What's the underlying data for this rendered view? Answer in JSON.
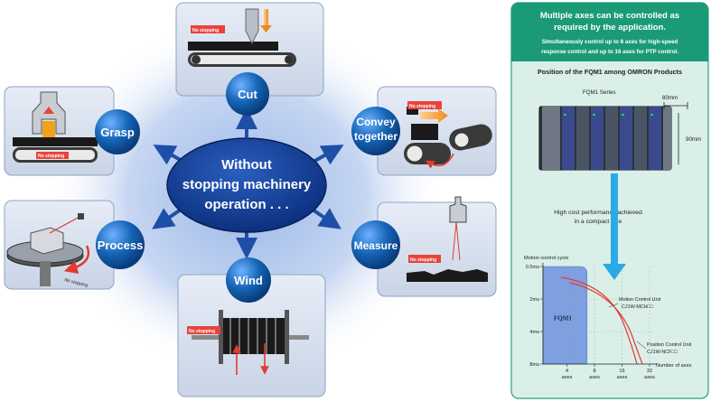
{
  "center": {
    "line1": "Without",
    "line2": "stopping machinery",
    "line3": "operation . . ."
  },
  "functions": {
    "cut": "Cut",
    "grasp": "Grasp",
    "convey_line1": "Convey",
    "convey_line2": "together",
    "process": "Process",
    "measure": "Measure",
    "wind": "Wind"
  },
  "tags": {
    "no_stopping": "No stopping",
    "no_stopping_curved": "No stopping"
  },
  "panel": {
    "header_title_line1": "Multiple axes can be controlled as",
    "header_title_line2": "required by the application.",
    "header_sub_line1": "Simultaneously control up to 8 axes for high-speed",
    "header_sub_line2": "response control and up to 16 axes for PTP control.",
    "position_title": "Position of the FQM1 among OMRON Products",
    "series_label": "FQM1 Series",
    "dim_width": "80mm",
    "dim_height": "90mm",
    "perf_line1": "High cost performance achieved",
    "perf_line2": "in a compact size"
  },
  "chart_data": {
    "type": "area",
    "title": "Motion control cycle",
    "xlabel": "Number of axes",
    "ylabel": "Motion control cycle",
    "x_ticks": [
      {
        "value": "4",
        "unit": "axes"
      },
      {
        "value": "8",
        "unit": "axes"
      },
      {
        "value": "16",
        "unit": "axes"
      },
      {
        "value": "32",
        "unit": "axes"
      }
    ],
    "y_ticks": [
      "0.5ms",
      "2ms",
      "4ms",
      "8ms"
    ],
    "regions": [
      {
        "name": "FQM1"
      }
    ],
    "curves": [
      {
        "name_line1": "Motion Control Unit",
        "name_line2": "CJ1W-MCH□□"
      },
      {
        "name_line1": "Position Control Unit",
        "name_line2": "CJ1W-NCF□□"
      }
    ]
  },
  "colors": {
    "bubble": "#1565b8",
    "center": "#0b3d91",
    "arrow": "#1e4fa8",
    "panel_bg": "#d9efe8",
    "panel_border": "#2a9d7e",
    "header": "#1b9a77",
    "tag": "#e8433b",
    "callout": "#2aa9e6"
  }
}
